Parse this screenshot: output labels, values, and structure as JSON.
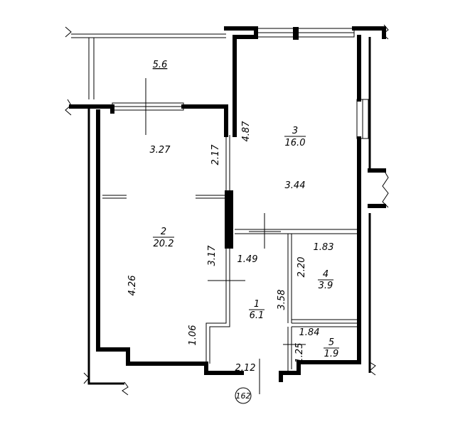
{
  "rooms": [
    {
      "number": "2",
      "area": "20.2"
    },
    {
      "number": "3",
      "area": "16.0"
    },
    {
      "number": "1",
      "area": "6.1"
    },
    {
      "number": "4",
      "area": "3.9"
    },
    {
      "number": "5",
      "area": "1.9"
    }
  ],
  "balcony_area": "5.6",
  "dimensions": {
    "d327": "3.27",
    "d217": "2.17",
    "d487": "4.87",
    "d344": "3.44",
    "d183": "1.83",
    "d149": "1.49",
    "d317": "3.17",
    "d220": "2.20",
    "d358": "3.58",
    "d426": "4.26",
    "d106": "1.06",
    "d184": "1.84",
    "d125": "1.25",
    "d212": "2.12"
  },
  "apartment_number": "162"
}
